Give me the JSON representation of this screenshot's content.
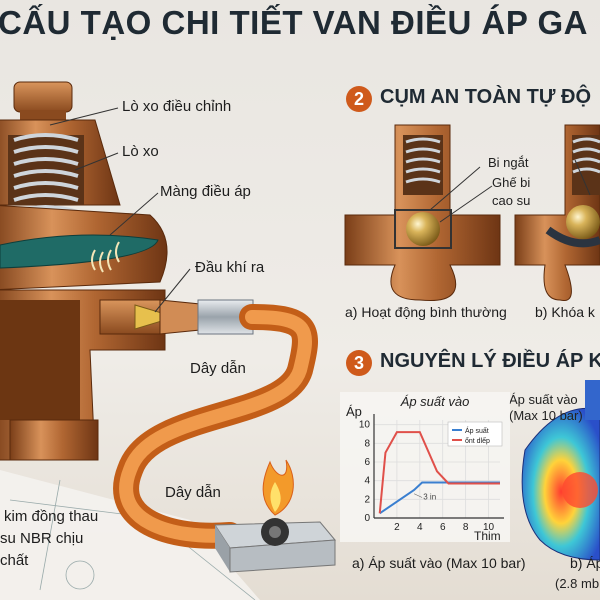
{
  "title": "CẤU TẠO CHI TIẾT VAN ĐIỀU ÁP GA",
  "labels": {
    "spring_adjust": "Lò xo điều chỉnh",
    "spring": "Lò xo",
    "diaphragm": "Màng điều áp",
    "gas_outlet": "Đầu khí ra",
    "hose_1": "Dây dẫn",
    "hose_2": "Dây dẫn",
    "body_material": "kim đồng thau",
    "seal_material_1": "su NBR chịu",
    "seal_material_2": "chất"
  },
  "section2": {
    "number": "2",
    "title": "CỤM AN TOÀN TỰ ĐỘ",
    "ball_label": "Bi ngắt",
    "seat_label_1": "Ghế bi",
    "seat_label_2": "cao su",
    "caption_a": "a) Hoạt động bình thường",
    "caption_b": "b) Khóa k"
  },
  "section3": {
    "number": "3",
    "title": "NGUYÊN LÝ ĐIỀU ÁP K",
    "caption_a": "a) Áp suất vào (Max 10 bar)",
    "caption_b_1": "b) Áp",
    "caption_b_2": "(2.8 mb",
    "inlet_label_1": "Áp suất vào",
    "inlet_label_2": "(Max 10 bar)"
  },
  "chart_data": {
    "type": "line",
    "title": "Áp suất vào",
    "ylabel": "Áp",
    "xlabel": "Thim",
    "x_ticks": [
      2,
      4,
      6,
      8,
      10
    ],
    "y_ticks": [
      0,
      2,
      4,
      6,
      8,
      10
    ],
    "xlim": [
      0,
      11
    ],
    "ylim": [
      0,
      10.5
    ],
    "annotation": "3 in",
    "series": [
      {
        "name": "Áp suất",
        "color": "#3a7fd0",
        "x": [
          0.5,
          3.5,
          4.2,
          11
        ],
        "y": [
          0.5,
          3.0,
          3.8,
          3.8
        ]
      },
      {
        "name": "ổnt dlếp",
        "color": "#e0504a",
        "x": [
          0.5,
          1.0,
          2.0,
          4.0,
          5.5,
          6.5,
          11
        ],
        "y": [
          0.5,
          7.0,
          9.2,
          9.2,
          5.0,
          3.7,
          3.7
        ]
      }
    ]
  },
  "colors": {
    "brass": "#b5703c",
    "hose": "#e07a2c",
    "accent": "#cf5a1b",
    "title": "#1f2a33"
  }
}
